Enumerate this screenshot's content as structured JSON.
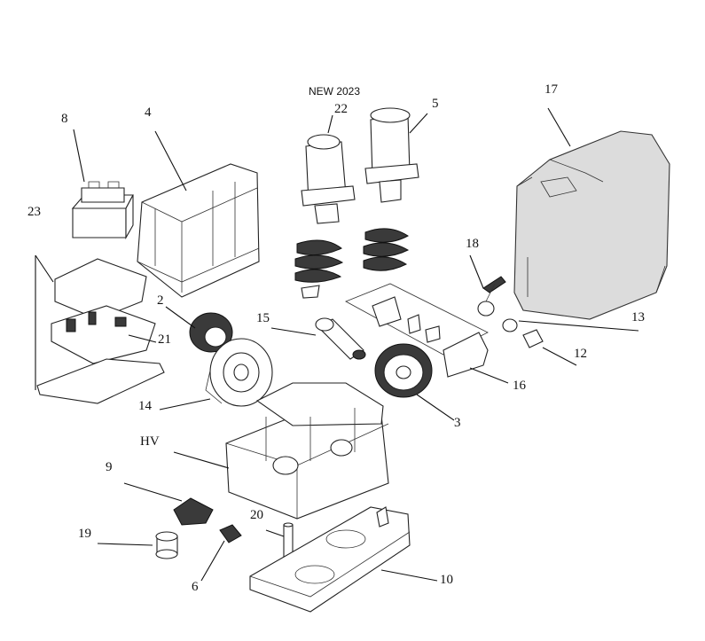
{
  "labels": {
    "p2": "2",
    "p3": "3",
    "p4": "4",
    "p5": "5",
    "p6": "6",
    "p8": "8",
    "p9": "9",
    "p10": "10",
    "p12": "12",
    "p13": "13",
    "p14": "14",
    "p15": "15",
    "p16": "16",
    "p17": "17",
    "p18": "18",
    "p19": "19",
    "p20": "20",
    "p21": "21",
    "p22": "22",
    "p23": "23",
    "hv": "HV",
    "new2023": "NEW 2023"
  }
}
